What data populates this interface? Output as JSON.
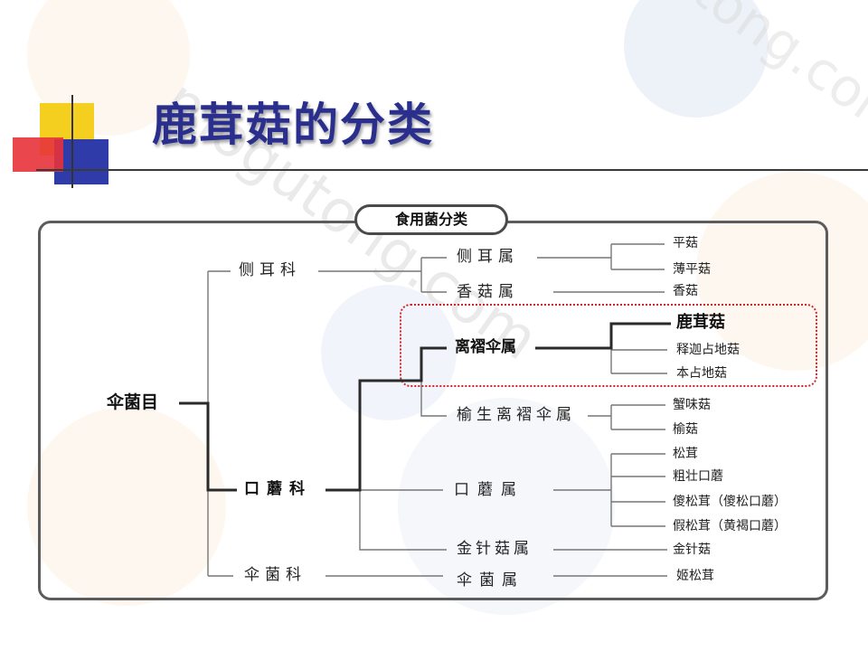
{
  "page_title": "鹿茸菇的分类",
  "panel_label": "食用菌分类",
  "root": "伞菌目",
  "families": {
    "cereshi": "侧耳科",
    "kouqo": "口蘑科",
    "sanjun": "伞菌科"
  },
  "genera": {
    "cereshu": "侧耳属",
    "xianggushu": "香菇属",
    "lizhe": "离褶伞属",
    "yusheng": "榆生离褶伞属",
    "koumoshu": "口蘑属",
    "jinzhen": "金针菇属",
    "sanjunshu": "伞菌属"
  },
  "species": {
    "pinggu": "平菇",
    "bopinggu": "薄平菇",
    "xianggu": "香菇",
    "lurong": "鹿茸菇",
    "shijia": "释迦占地菇",
    "benzhan": "本占地菇",
    "xiewei": "蟹味菇",
    "yugu": "榆菇",
    "songrong": "松茸",
    "cuzhuang": "粗壮口蘑",
    "shasong": "傻松茸（傻松口蘑）",
    "jiasong": "假松茸（黄褐口蘑）",
    "jinzhengu": "金针菇",
    "jisongrong": "姬松茸"
  },
  "watermark": "mogutong.com",
  "colors": {
    "title": "#2a2f8e",
    "highlight": "#d0262a",
    "line": "#666666"
  }
}
